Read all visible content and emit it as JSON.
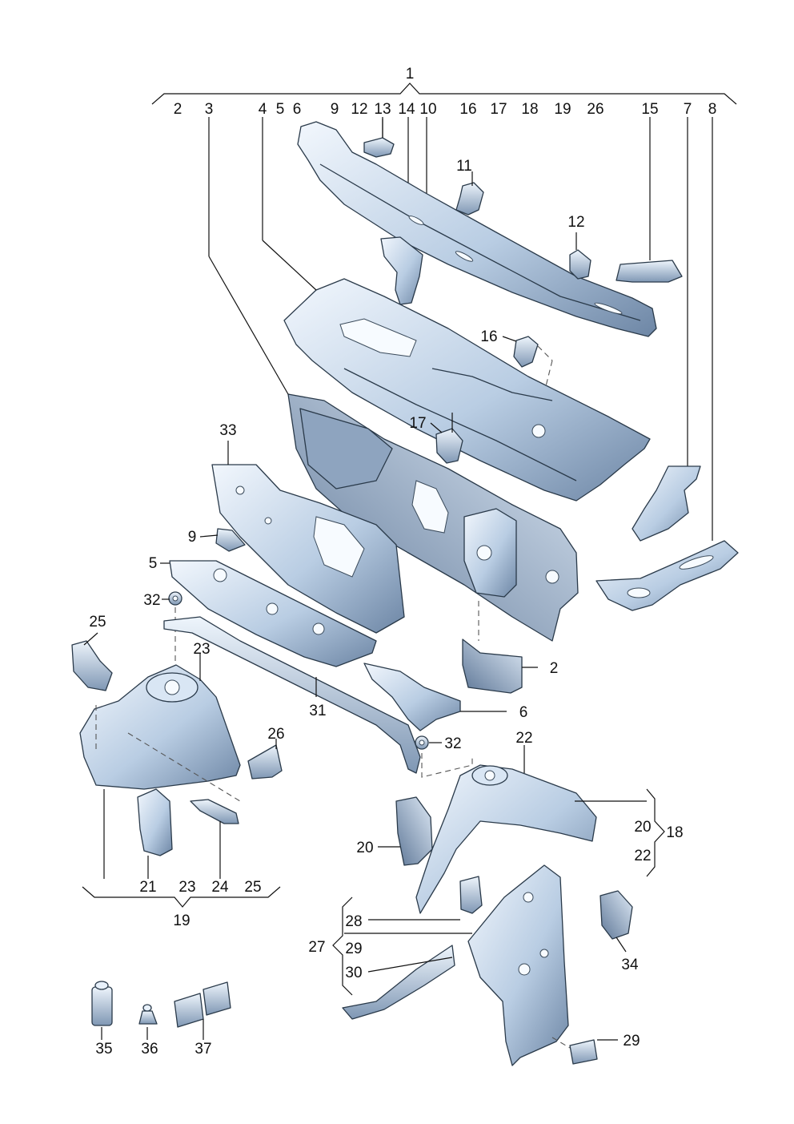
{
  "labels": {
    "p1": "1",
    "p2a": "2",
    "p3": "3",
    "p4": "4",
    "p5a": "5",
    "p6a": "6",
    "p9a": "9",
    "p12a": "12",
    "p13": "13",
    "p14": "14",
    "p10": "10",
    "p16a": "16",
    "p17a": "17",
    "p18a": "18",
    "p19a": "19",
    "p26a": "26",
    "p15": "15",
    "p7": "7",
    "p8": "8",
    "p11": "11",
    "p12b": "12",
    "p16b": "16",
    "p17b": "17",
    "p33": "33",
    "p9b": "9",
    "p5b": "5",
    "p32a": "32",
    "p25a": "25",
    "p23a": "23",
    "p31": "31",
    "p2b": "2",
    "p6b": "6",
    "p26b": "26",
    "p32b": "32",
    "p22a": "22",
    "p20a": "20",
    "p18b": "18",
    "p22b": "22",
    "p20b": "20",
    "p21": "21",
    "p23b": "23",
    "p24": "24",
    "p25b": "25",
    "p19b": "19",
    "p28": "28",
    "p27": "27",
    "p29a": "29",
    "p30": "30",
    "p34": "34",
    "p35": "35",
    "p36": "36",
    "p37": "37",
    "p29b": "29"
  },
  "colors": {
    "part_fill_light": "#e8f1fb",
    "part_fill_mid": "#b8cde4",
    "part_fill_dark": "#6f88a6",
    "line": "#111111"
  }
}
